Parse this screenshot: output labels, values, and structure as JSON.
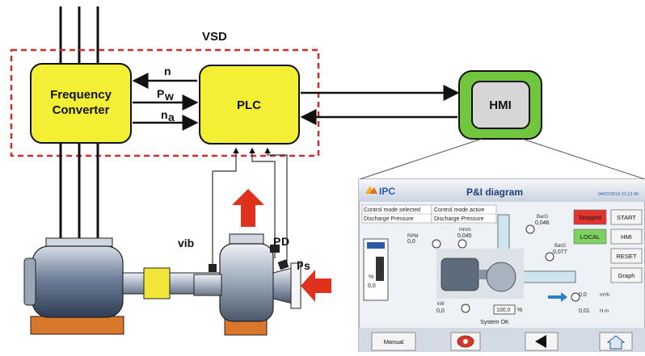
{
  "vsd": {
    "title": "VSD"
  },
  "frequency_converter": {
    "line1": "Frequency",
    "line2": "Converter"
  },
  "plc": {
    "label": "PLC"
  },
  "hmi": {
    "label": "HMI"
  },
  "signals": {
    "n": "n",
    "pw_base": "P",
    "pw_sub": "w",
    "na_base": "n",
    "na_sub": "a"
  },
  "sensors": {
    "vib": "vib",
    "pd_base": "P",
    "pd_sub": "D",
    "ps_base": "p",
    "ps_sub": "s"
  },
  "hmi_screen": {
    "logo": "IPC",
    "title": "P&I diagram",
    "datetime": "04/07/2014  11:12:40",
    "control_mode_selected_label": "Control mode selected",
    "control_mode_active_label": "Control mode active",
    "control_mode_selected_value": "Discharge Pressure",
    "control_mode_active_value": "Discharge Pressure",
    "rpm_label": "RPM",
    "rpm_value": "0,0",
    "vib_unit": "mm/s",
    "vib_value": "0,045",
    "bar_top_unit": "BarG",
    "bar_top_value": "0,046",
    "bar_mid_unit": "BarG",
    "bar_mid_value": "0,077",
    "kw_label": "kW",
    "kw_value": "0,0",
    "speed_value": "100,0",
    "speed_unit": "%",
    "left_pct_label": "%",
    "left_pct_value": "0,0",
    "flow_value": "0,0",
    "flow_unit": "m³/h",
    "head_value": "0,01",
    "head_unit": "H m",
    "status": "System OK",
    "buttons": {
      "stopped": "Stopped",
      "start": "START",
      "local": "LOCAL",
      "hmi": "HMI",
      "reset": "RESET",
      "graph": "Graph",
      "manual": "Manual"
    }
  },
  "colors": {
    "yellow_box": "#f3ef35",
    "hmi_green": "#72c63d",
    "dashed_red": "#d42a2a",
    "arrow_red": "#e0311f",
    "motor_blue": "#5a6f8a",
    "base_orange": "#d9772b",
    "coupling_yellow": "#f2e53a"
  }
}
